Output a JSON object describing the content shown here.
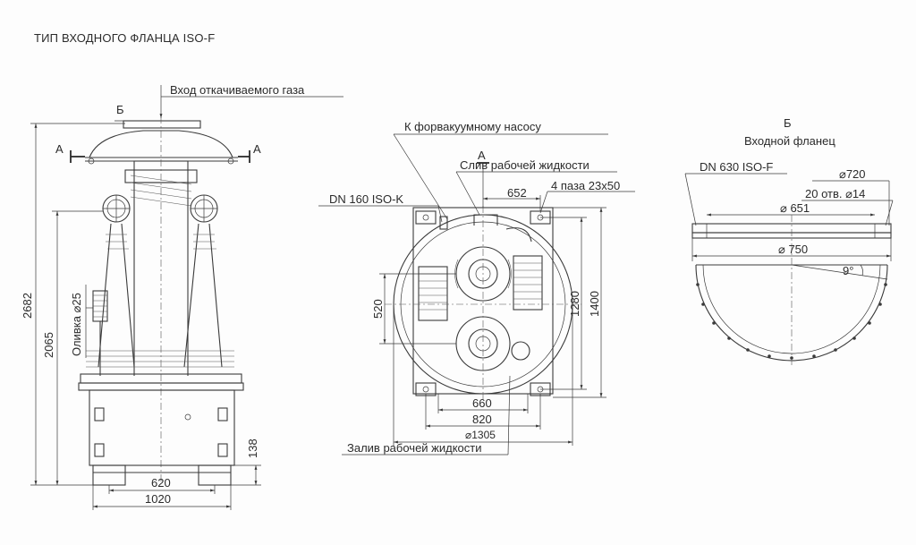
{
  "title": "ТИП ВХОДНОГО ФЛАНЦА ISO-F",
  "left_view": {
    "gas_inlet": "Вход откачиваемого газа",
    "marker_b": "Б",
    "marker_a_left": "А",
    "marker_a_right": "А",
    "olive": "Оливка ⌀25",
    "dim_total_height": "2682",
    "dim_mid_height": "2065",
    "dim_base_height": "138",
    "dim_base_inner": "620",
    "dim_base_outer": "1020"
  },
  "middle_view": {
    "forvac": "К форвакуумному насосу",
    "marker_a": "А",
    "drain": "Слив рабочей жидкости",
    "dn160": "DN 160 ISO-K",
    "dim_652": "652",
    "slots": "4 паза 23x50",
    "dim_520": "520",
    "dim_1280": "1280",
    "dim_1400": "1400",
    "dim_660": "660",
    "dim_820": "820",
    "dim_1305": "⌀1305",
    "fill": "Залив рабочей жидкости"
  },
  "right_view": {
    "marker_b": "Б",
    "flange_title": "Входной фланец",
    "dn630": "DN 630 ISO-F",
    "dim_720": "⌀720",
    "holes": "20 отв. ⌀14",
    "dim_651": "⌀ 651",
    "dim_750": "⌀ 750",
    "angle": "9°"
  },
  "colors": {
    "line": "#3a3a3a",
    "background": "#fdfdfd"
  }
}
